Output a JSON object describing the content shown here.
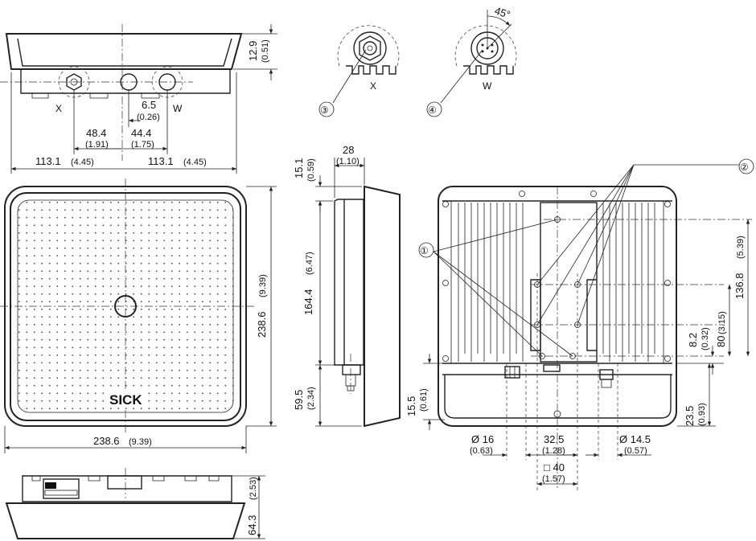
{
  "logo_text": "SICK",
  "connectors": {
    "x_label": "X",
    "w_label": "W",
    "angle": "45°"
  },
  "callouts": [
    "①",
    "②",
    "③",
    "④"
  ],
  "dimensions": {
    "top_height": {
      "mm": "12.9",
      "in": "(0.51)"
    },
    "conn_offset": {
      "mm": "6.5",
      "in": "(0.26)"
    },
    "x_pos": {
      "mm": "48.4",
      "in": "(1.91)"
    },
    "w_pos": {
      "mm": "44.4",
      "in": "(1.75)"
    },
    "half_left": {
      "mm": "113.1",
      "in": "(4.45)"
    },
    "half_right": {
      "mm": "113.1",
      "in": "(4.45)"
    },
    "front_width": {
      "mm": "238.6",
      "in": "(9.39)"
    },
    "front_height": {
      "mm": "238.6",
      "in": "(9.39)"
    },
    "side_top": {
      "mm": "15.1",
      "in": "(0.59)"
    },
    "side_depth": {
      "mm": "28",
      "in": "(1.10)"
    },
    "side_upper": {
      "mm": "164.4",
      "in": "(6.47)"
    },
    "side_lower": {
      "mm": "59.5",
      "in": "(2.34)"
    },
    "bottom_height": {
      "mm": "64.3",
      "in": "(2.53)"
    },
    "rear_1368": {
      "mm": "136.8",
      "in": "(5.39)"
    },
    "rear_80": {
      "mm": "80",
      "in": "(3.15)"
    },
    "rear_82": {
      "mm": "8.2",
      "in": "(0.32)"
    },
    "rear_155": {
      "mm": "15.5",
      "in": "(0.61)"
    },
    "rear_235": {
      "mm": "23.5",
      "in": "(0.93)"
    },
    "dia_16": {
      "mm": "Ø 16",
      "in": "(0.63)"
    },
    "dim_325": {
      "mm": "32.5",
      "in": "(1.28)"
    },
    "dia_145": {
      "mm": "Ø 14.5",
      "in": "(0.57)"
    },
    "sq_40": {
      "mm": "□ 40",
      "in": "(1.57)"
    }
  }
}
